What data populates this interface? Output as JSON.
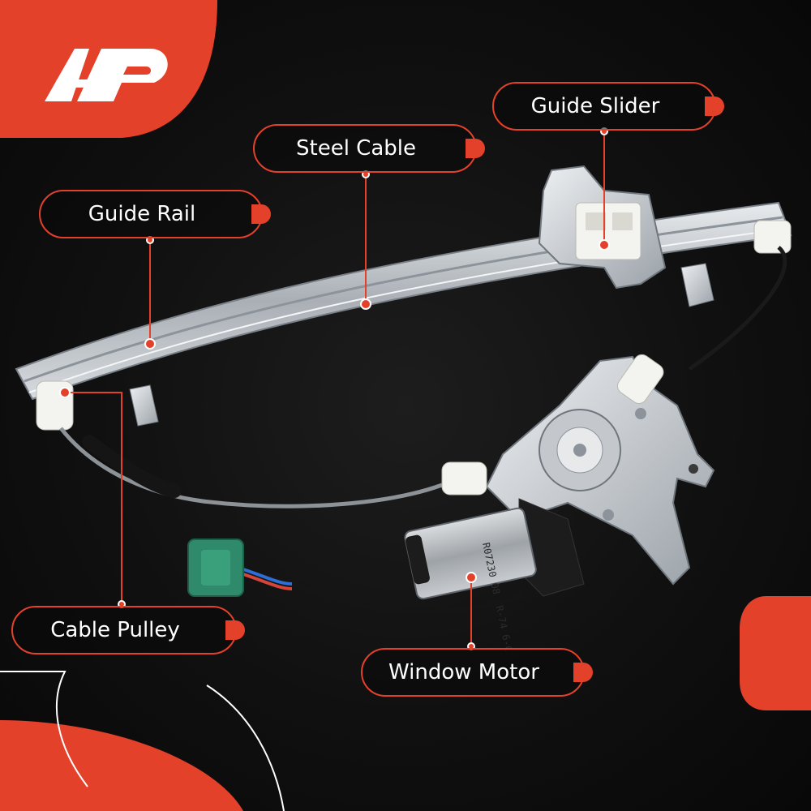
{
  "brand": {
    "logo": "A-P",
    "accent_color": "#e4412b"
  },
  "labels": {
    "guide_slider": "Guide Slider",
    "steel_cable": "Steel Cable",
    "guide_rail": "Guide Rail",
    "cable_pulley": "Cable Pulley",
    "window_motor": "Window Motor"
  },
  "motor_marking": "R07230 08 WR-74 6-C"
}
